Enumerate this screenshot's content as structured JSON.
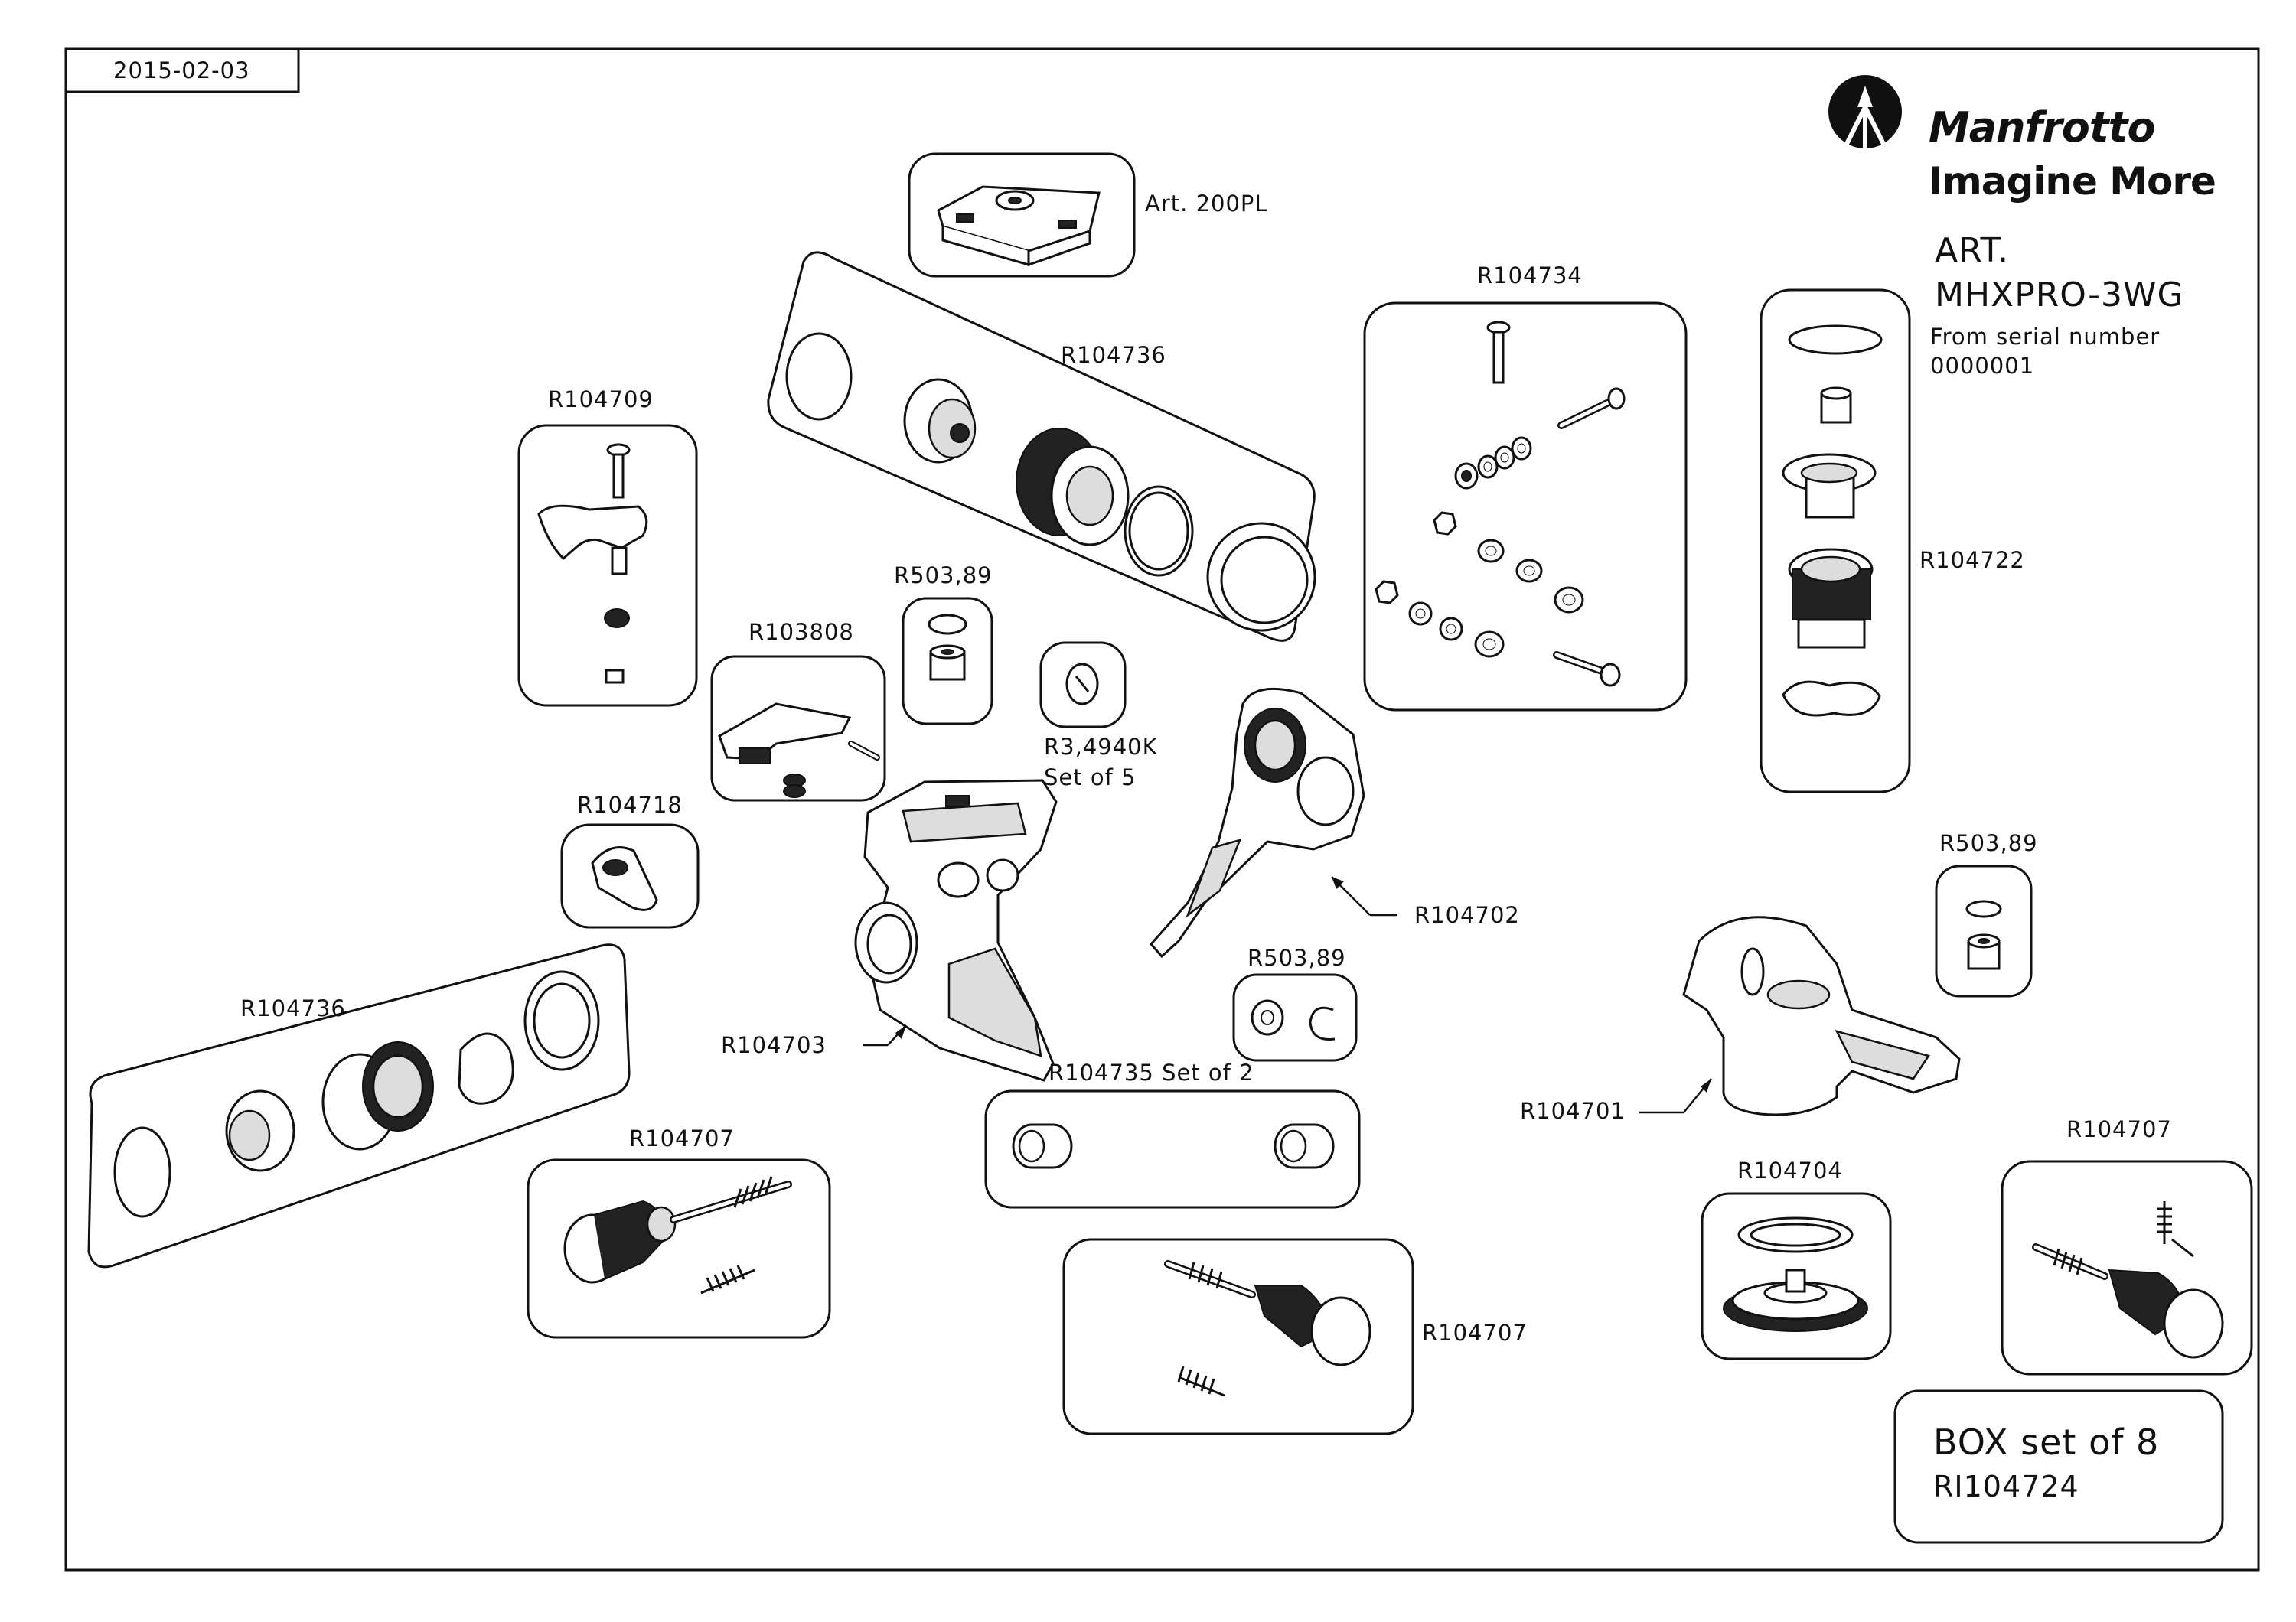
{
  "date": "2015-02-03",
  "brand": {
    "name": "Manfrotto",
    "tagline": "Imagine More"
  },
  "article": {
    "art_label": "ART.",
    "code": "MHXPRO-3WG",
    "serial_line1": "From serial number",
    "serial_line2": "0000001"
  },
  "box": {
    "line1": "BOX set of 8",
    "line2": "RI104724"
  },
  "parts": [
    {
      "key": "p200pl",
      "label": "Art. 200PL"
    },
    {
      "key": "r104736_top",
      "label": "R104736"
    },
    {
      "key": "r104734",
      "label": "R104734"
    },
    {
      "key": "r104709",
      "label": "R104709"
    },
    {
      "key": "r503_a",
      "label": "R503,89"
    },
    {
      "key": "r103808",
      "label": "R103808"
    },
    {
      "key": "r3494_a",
      "label": "R3,4940K"
    },
    {
      "key": "r3494_b",
      "label": "Set of 5"
    },
    {
      "key": "r104722",
      "label": "R104722"
    },
    {
      "key": "r104718",
      "label": "R104718"
    },
    {
      "key": "r104702",
      "label": "R104702"
    },
    {
      "key": "r503_b",
      "label": "R503,89"
    },
    {
      "key": "r503_c",
      "label": "R503,89"
    },
    {
      "key": "r104736_left",
      "label": "R104736"
    },
    {
      "key": "r104703",
      "label": "R104703"
    },
    {
      "key": "r104735",
      "label": "R104735 Set of 2"
    },
    {
      "key": "r104701",
      "label": "R104701"
    },
    {
      "key": "r104707_a",
      "label": "R104707"
    },
    {
      "key": "r104704",
      "label": "R104704"
    },
    {
      "key": "r104707_b",
      "label": "R104707"
    },
    {
      "key": "r104707_c",
      "label": "R104707"
    }
  ]
}
